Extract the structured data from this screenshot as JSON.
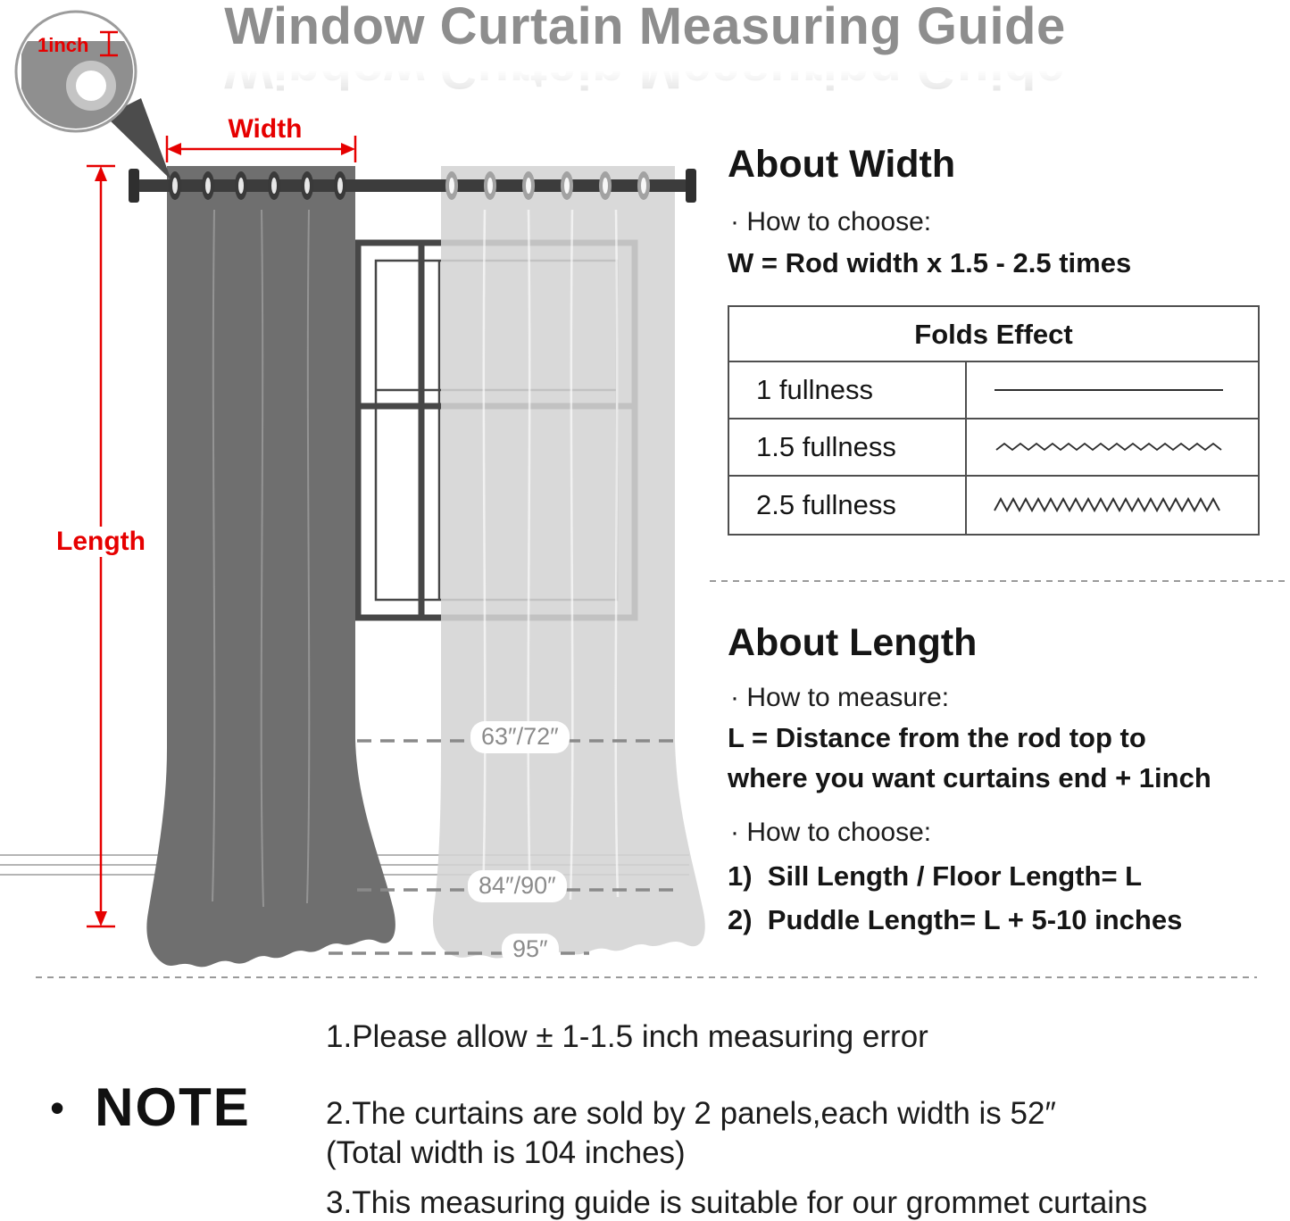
{
  "title": "Window Curtain Measuring Guide",
  "diagram": {
    "magnifier_label": "1inch",
    "width_label": "Width",
    "length_label": "Length",
    "marker_63_72": "63″/72″",
    "marker_84_90": "84″/90″",
    "marker_95": "95″"
  },
  "about_width": {
    "heading": "About Width",
    "how_to_choose": "· How to choose:",
    "formula": "W = Rod width x 1.5 - 2.5 times",
    "table": {
      "header": "Folds Effect",
      "rows": [
        {
          "label": "1 fullness"
        },
        {
          "label": "1.5 fullness"
        },
        {
          "label": "2.5 fullness"
        }
      ]
    }
  },
  "about_length": {
    "heading": "About Length",
    "how_to_measure": "· How to measure:",
    "formula_line1": "L = Distance from the rod top to",
    "formula_line2": "where you want curtains end + 1inch",
    "how_to_choose": "· How to choose:",
    "option1": "1)  Sill Length / Floor Length= L",
    "option2": "2)  Puddle Length= L + 5-10 inches"
  },
  "note": {
    "bullet": "•",
    "heading": "NOTE",
    "line1": "1.Please allow ± 1-1.5 inch measuring error",
    "line2": "2.The curtains are sold by 2 panels,each width is 52″",
    "line2_cont": "(Total width is 104 inches)",
    "line3": "3.This measuring guide is suitable for our grommet curtains"
  },
  "colors": {
    "accent_red": "#e60000",
    "title_gray": "#8e8e8e",
    "dark_curtain": "#6f6f6f",
    "light_curtain": "#d4d4d4",
    "frame_gray": "#474747",
    "text_black": "#151515"
  }
}
